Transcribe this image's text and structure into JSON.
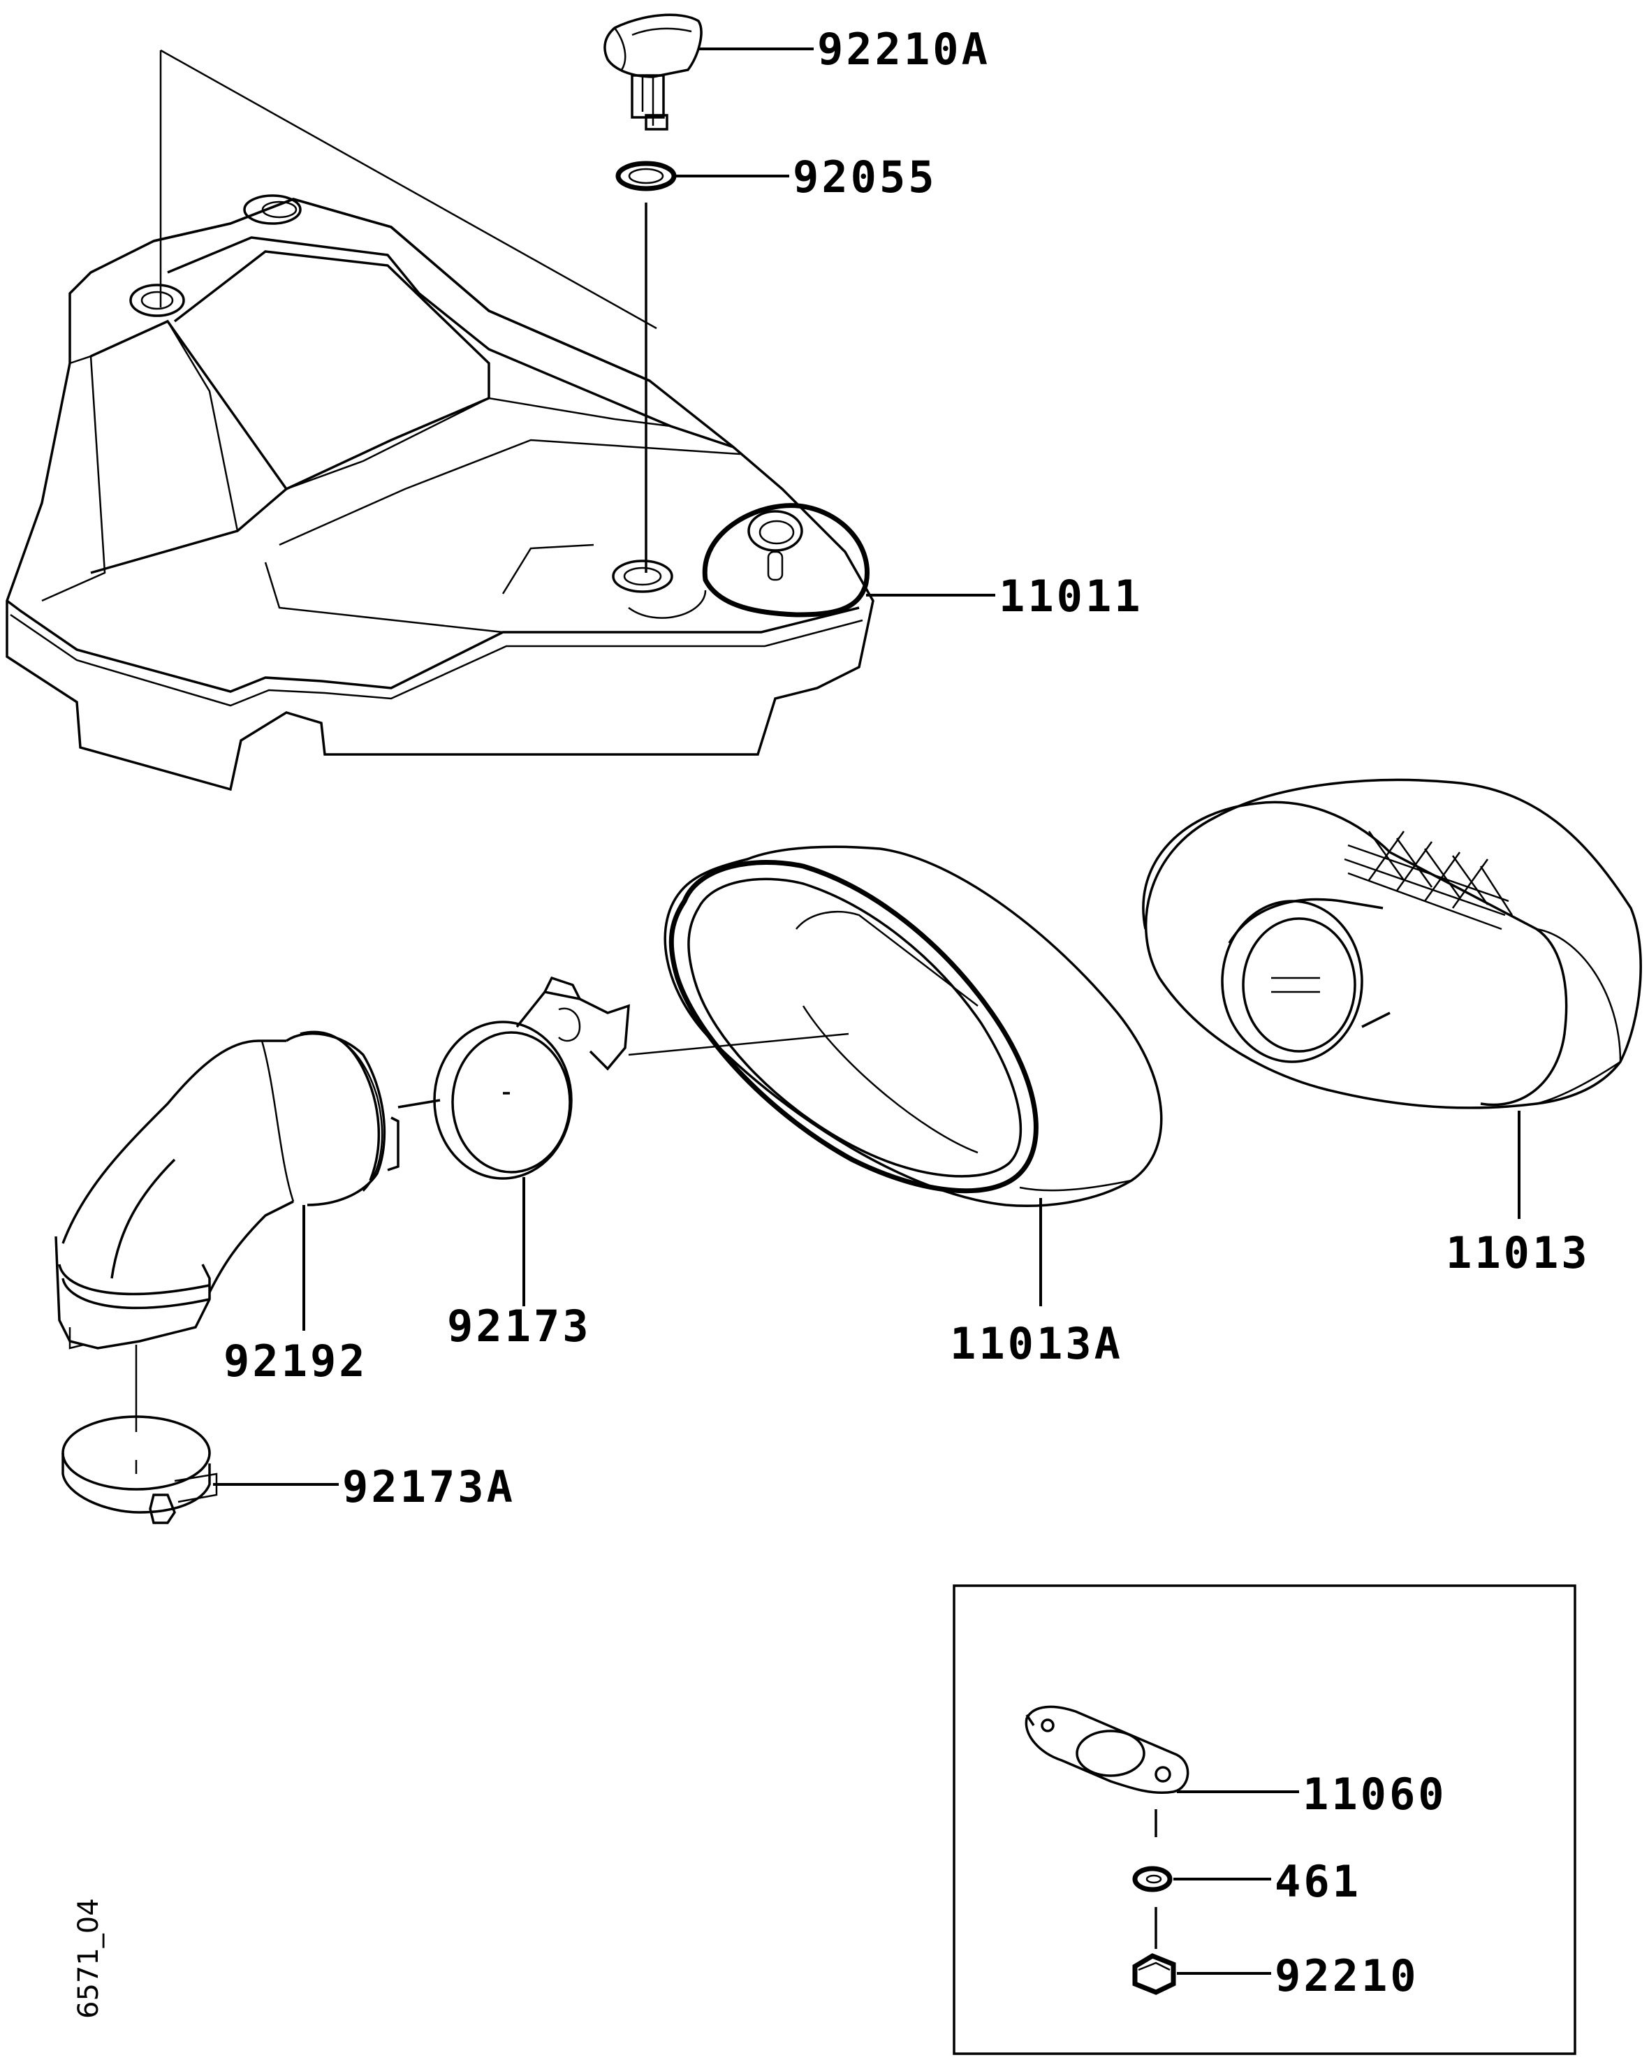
{
  "diagram": {
    "drawing_code": "6571_04",
    "part_labels": {
      "p92210A": "92210A",
      "p92055": "92055",
      "p11011": "11011",
      "p11013": "11013",
      "p11013A": "11013A",
      "p92173": "92173",
      "p92192": "92192",
      "p92173A": "92173A",
      "p11060": "11060",
      "p461": "461",
      "p92210": "92210"
    }
  }
}
